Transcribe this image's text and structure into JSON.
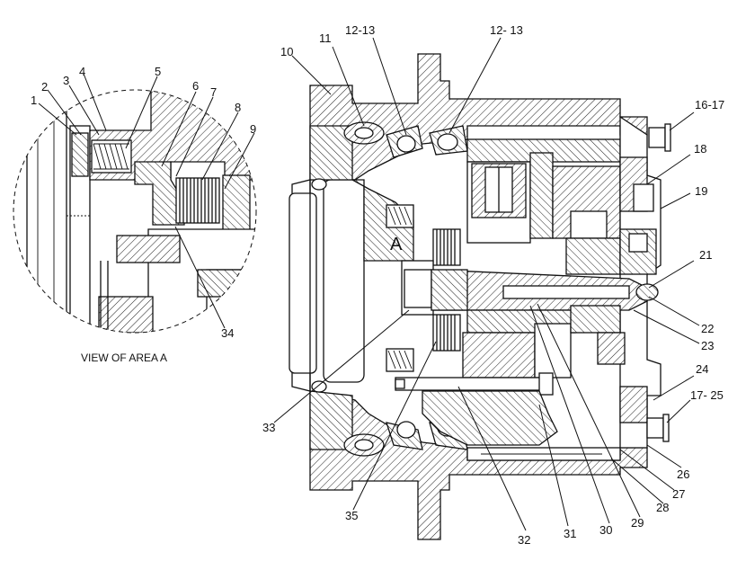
{
  "callouts": {
    "c1": "1",
    "c2": "2",
    "c3": "3",
    "c4": "4",
    "c5": "5",
    "c6": "6",
    "c7": "7",
    "c8": "8",
    "c9": "9",
    "c10": "10",
    "c11": "11",
    "c12a": "12-13",
    "c12b": "12- 13",
    "c16": "16-17",
    "c18": "18",
    "c19": "19",
    "c21": "21",
    "c22": "22",
    "c23": "23",
    "c24": "24",
    "c17_25": "17- 25",
    "c26": "26",
    "c27": "27",
    "c28": "28",
    "c29": "29",
    "c30": "30",
    "c31": "31",
    "c32": "32",
    "c33": "33",
    "c34": "34",
    "c35": "35"
  },
  "area_letter": "A",
  "detail_caption": "VIEW OF AREA  A"
}
